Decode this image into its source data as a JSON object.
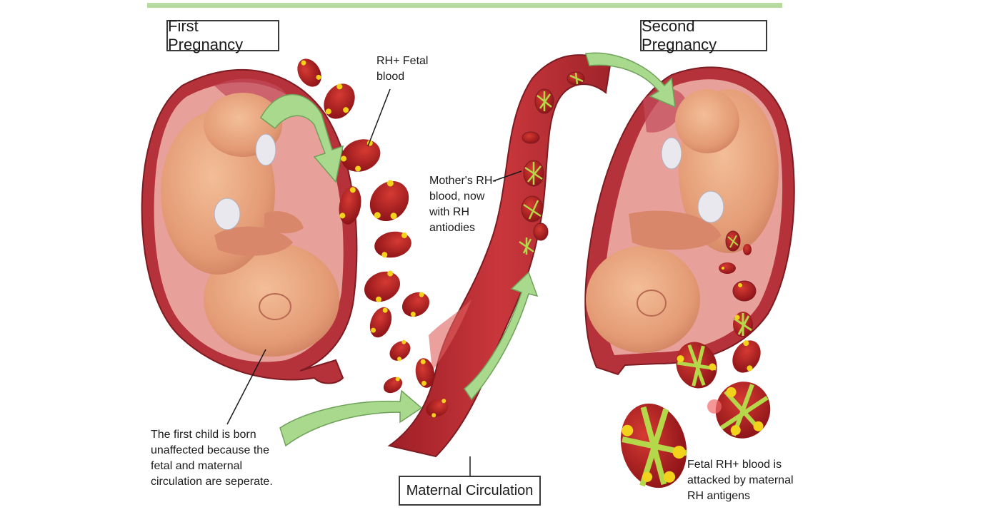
{
  "labels": {
    "first_pregnancy": "First Pregnancy",
    "second_pregnancy": "Second Pregnancy",
    "maternal_circulation": "Maternal Circulation",
    "fetal_blood": [
      "RH+ Fetal",
      "blood"
    ],
    "mother_blood": [
      "Mother's RH-",
      "blood, now",
      "with RH",
      "antiodies"
    ],
    "first_child": [
      "The first child is born",
      "unaffected because the",
      "fetal and maternal",
      "circulation are seperate."
    ],
    "fetal_attacked": [
      "Fetal RH+ blood is",
      "attacked by maternal",
      "RH antigens"
    ]
  },
  "colors": {
    "top_bar": "#b8dca0",
    "uterus": "#b5323a",
    "uterus_inner": "#e7a09a",
    "fetus_skin": "#e9a27c",
    "blood_cell": "#b01e22",
    "antigen": "#f2d21a",
    "antibody": "#b4d84a",
    "arrow": "#a8d98c",
    "vessel": "#c1343a"
  }
}
